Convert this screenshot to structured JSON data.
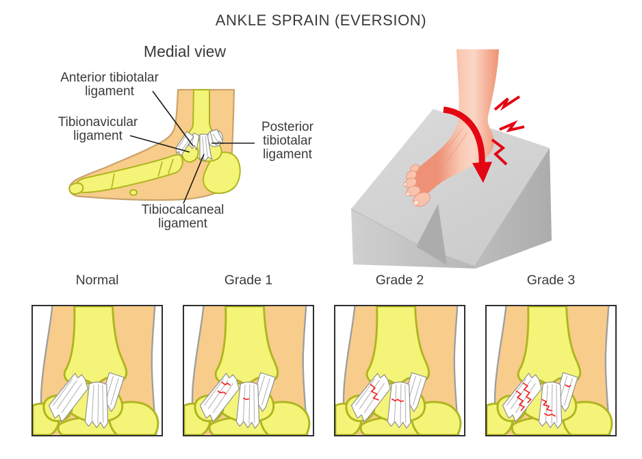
{
  "title": "ANKLE SPRAIN (EVERSION)",
  "medial_view": {
    "heading": "Medial view",
    "labels": {
      "anterior_tibiotalar": "Anterior tibiotalar ligament",
      "tibionavicular": "Tibionavicular ligament",
      "posterior_tibiotalar": "Posterior tibiotalar ligament",
      "tibiocalcaneal": "Tibiocalcaneal ligament"
    }
  },
  "grade_panels": [
    {
      "label": "Normal"
    },
    {
      "label": "Grade 1"
    },
    {
      "label": "Grade 2"
    },
    {
      "label": "Grade 3"
    }
  ],
  "colors": {
    "text": "#3A3A3A",
    "lineBlack": "#1A1A1A",
    "skin": "#F8CC8A",
    "skinOutline": "#C9A26B",
    "bone": "#F4F478",
    "boneOutline": "#AEB51E",
    "ligament": "#FFFFFF",
    "ligamentEdge": "#8E8E8E",
    "ligamentFiber": "#ABABAB",
    "contourGray": "#9E9E9E",
    "red": "#E30613",
    "tear": "#FA1E1E",
    "toe": "#F9C4AE",
    "toeEdge": "#E8977C",
    "nail": "#FBE3D4",
    "stepTop": "#D7D7D7",
    "stepFront": "#C6C6C6",
    "stepSide": "#B3B3B3",
    "stepShadow": "#ACACAC",
    "panelBorder": "#2E2E2E"
  }
}
